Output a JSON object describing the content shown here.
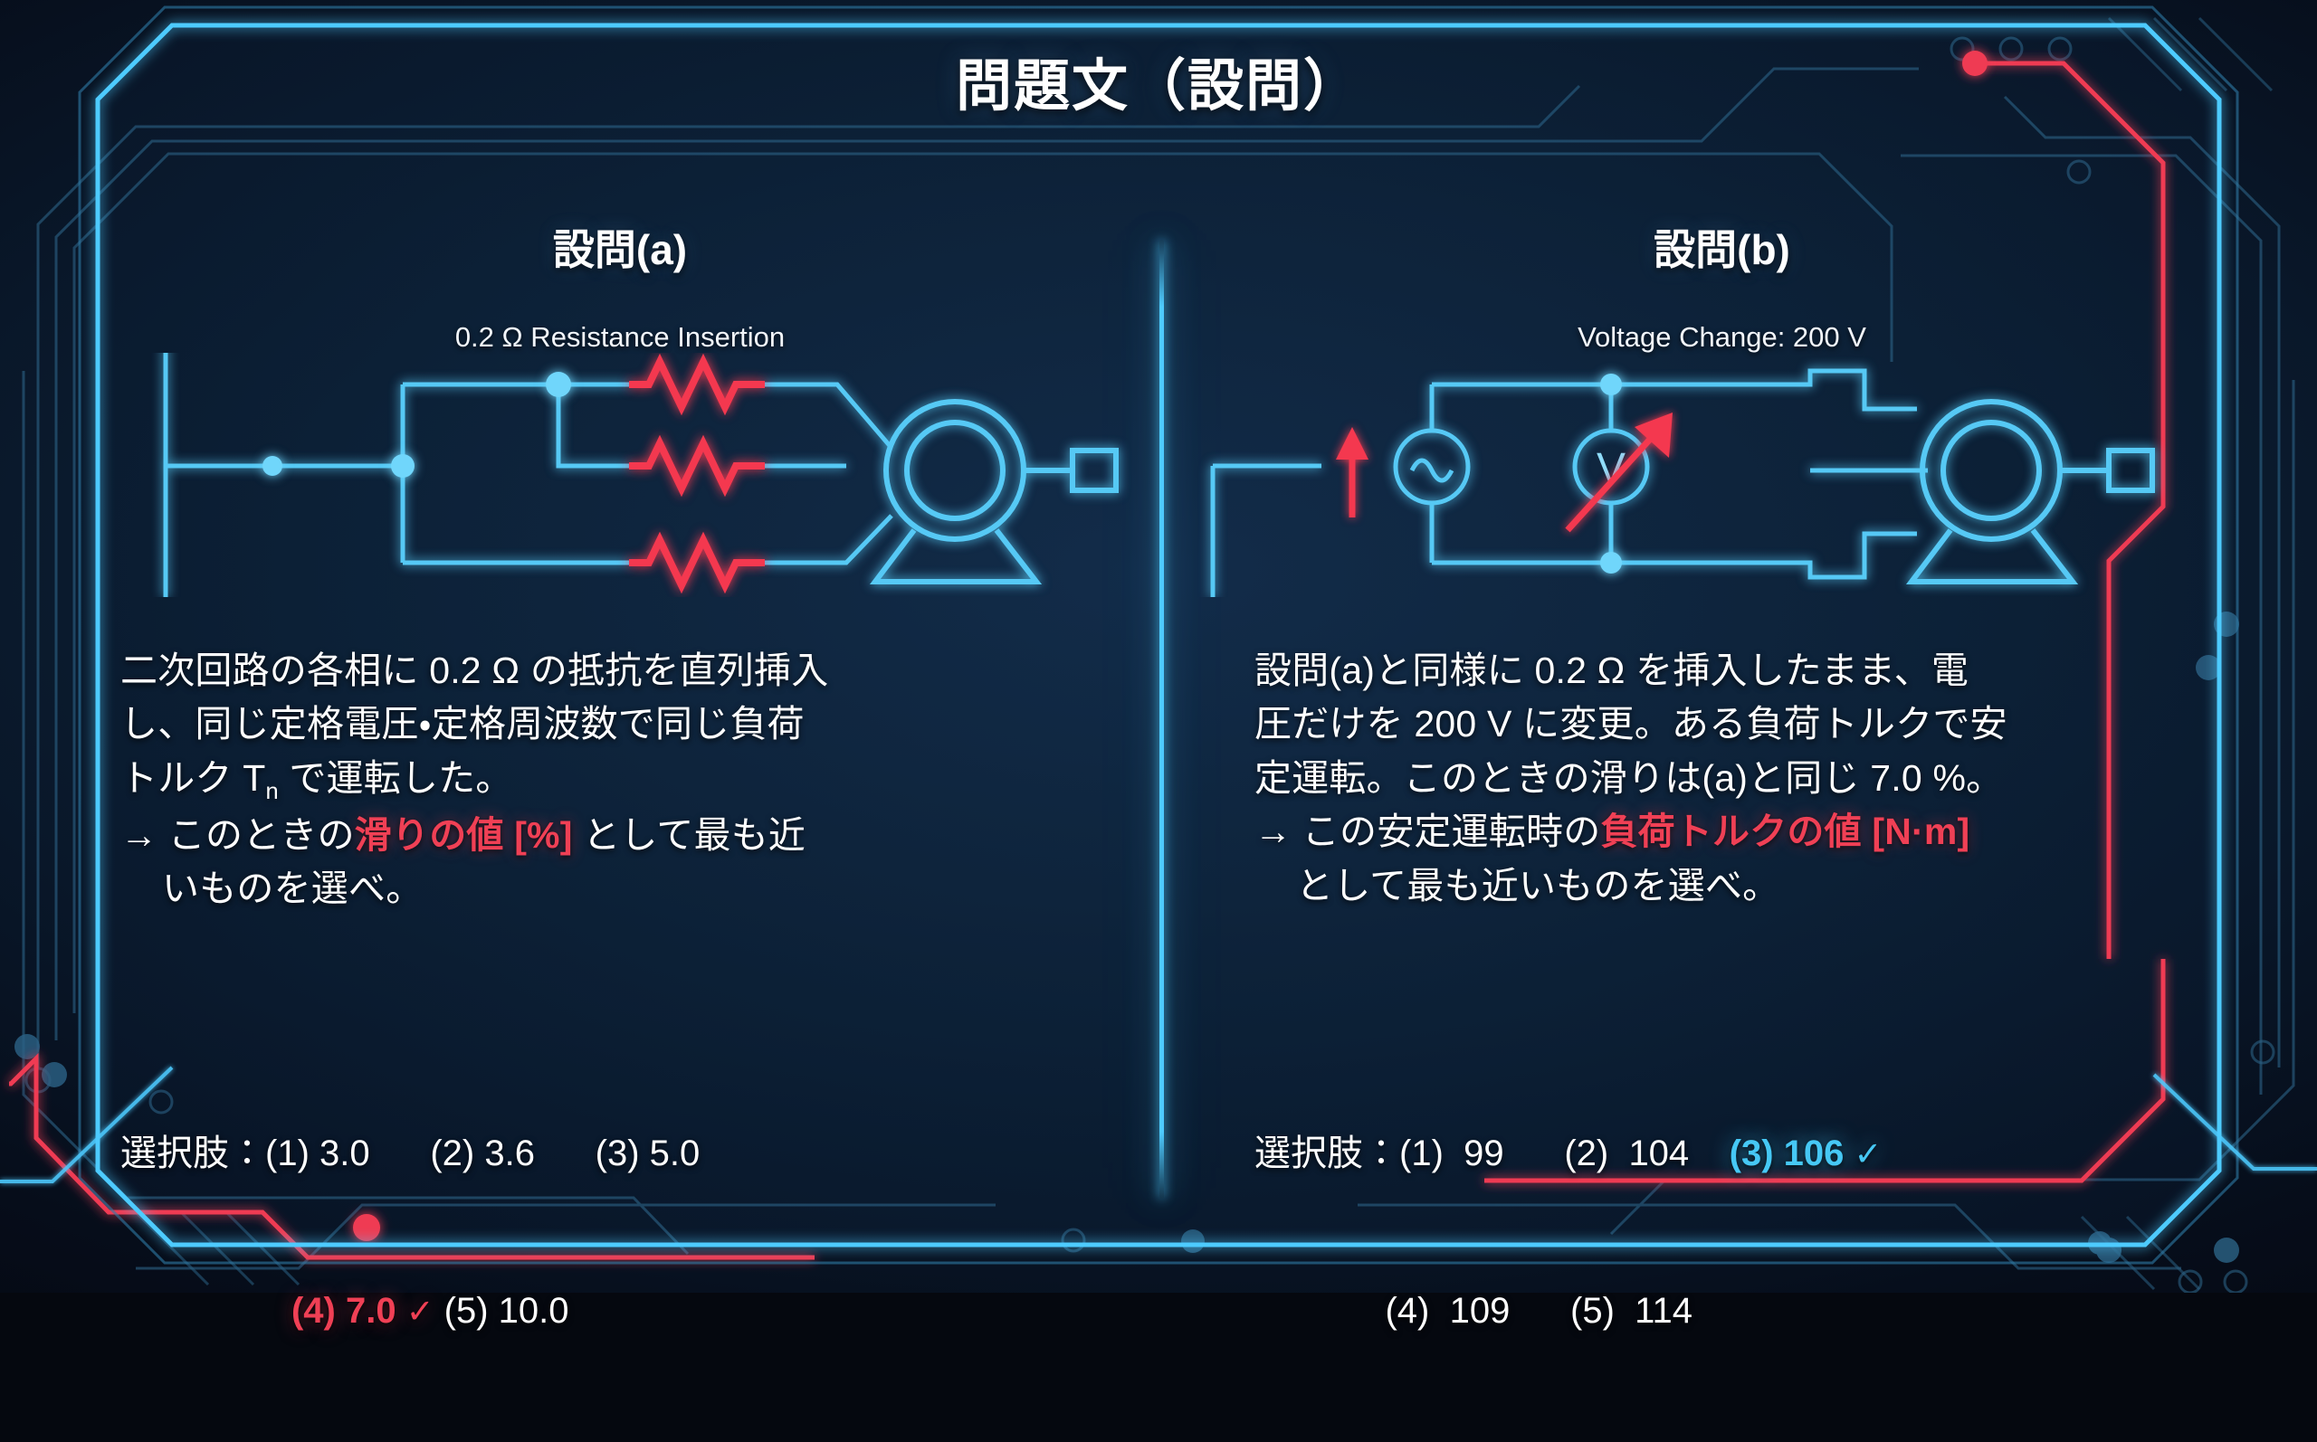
{
  "title": "問題文（設問）",
  "theme": {
    "bg_dark": "#05080f",
    "panel_bg": "#0c1f33",
    "accent_cyan": "#4ecbff",
    "accent_red": "#f04055",
    "text_white": "#ffffff"
  },
  "columns": [
    {
      "heading": "設問(a)",
      "diagram_caption": "0.2 Ω Resistance Insertion",
      "diagram_name": "three-phase-resistor-motor-circuit",
      "body": {
        "line1": "二次回路の各相に 0.2 Ω の抵抗を直列挿入",
        "line2": "し、同じ定格電圧・定格周波数で同じ負荷",
        "line3_pre": "トルク T",
        "line3_sub": "n",
        "line3_post": " で運転した。",
        "line4_pre": "→ このときの",
        "line4_hl": "滑りの値 [%]",
        "line4_post": " として最も近",
        "line5": "いものを選べ。"
      },
      "choices_label": "選択肢：",
      "choices": [
        {
          "num": "(1)",
          "value": "3.0",
          "correct": false
        },
        {
          "num": "(2)",
          "value": "3.6",
          "correct": false
        },
        {
          "num": "(3)",
          "value": "5.0",
          "correct": false
        },
        {
          "num": "(4)",
          "value": "7.0",
          "correct": true
        },
        {
          "num": "(5)",
          "value": "10.0",
          "correct": false
        }
      ],
      "correct_mark": "✓",
      "correct_color": "red"
    },
    {
      "heading": "設問(b)",
      "diagram_caption": "Voltage Change: 200 V",
      "diagram_name": "ac-source-voltmeter-motor-circuit",
      "body": {
        "line1": "設問(a)と同様に 0.2 Ω を挿入したまま、電",
        "line2": "圧だけを 200 V に変更。ある負荷トルクで安",
        "line3": "定運転。このときの滑りは(a)と同じ 7.0 %。",
        "line4_pre": "→ この安定運転時の",
        "line4_hl": "負荷トルクの値 [N·m]",
        "line5": "として最も近いものを選べ。"
      },
      "choices_label": "選択肢：",
      "choices": [
        {
          "num": "(1)",
          "value": "99",
          "correct": false
        },
        {
          "num": "(2)",
          "value": "104",
          "correct": false
        },
        {
          "num": "(3)",
          "value": "106",
          "correct": true
        },
        {
          "num": "(4)",
          "value": "109",
          "correct": false
        },
        {
          "num": "(5)",
          "value": "114",
          "correct": false
        }
      ],
      "correct_mark": "✓",
      "correct_color": "cyan"
    }
  ]
}
